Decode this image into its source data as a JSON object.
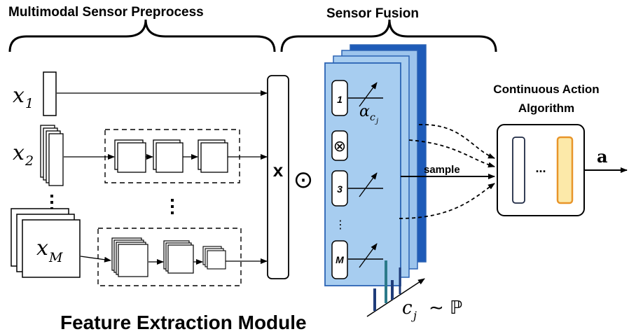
{
  "titles": {
    "preprocess": "Multimodal Sensor Preprocess",
    "fusion": "Sensor Fusion",
    "feature_module": "Feature Extraction Module",
    "algorithm_line1": "Continuous Action",
    "algorithm_line2": "Algorithm"
  },
  "inputs": {
    "x1": {
      "base": "x",
      "sub": "1"
    },
    "x2": {
      "base": "x",
      "sub": "2"
    },
    "xM": {
      "base": "x",
      "sub": "M"
    },
    "vdots": "⋮"
  },
  "fusion": {
    "x_label": "x",
    "odot": "⊙",
    "slots": [
      "1",
      "3",
      "M"
    ],
    "otimes": "⊗",
    "alpha": {
      "base": "α",
      "sub": "c",
      "subsub": "j"
    },
    "slot_vdots": "⋮",
    "sample_label": "sample",
    "cj": {
      "base": "c",
      "sub": "j"
    },
    "dist": "∼ ℙ"
  },
  "algorithm": {
    "ellipsis": "...",
    "output": "a"
  },
  "colors": {
    "fusion_fill": "#a7cdf0",
    "fusion_edge": "#2b63b4",
    "output_fill": "#fce9a9",
    "output_edge": "#e8952a",
    "sample_bars": "#1f3c7a"
  }
}
